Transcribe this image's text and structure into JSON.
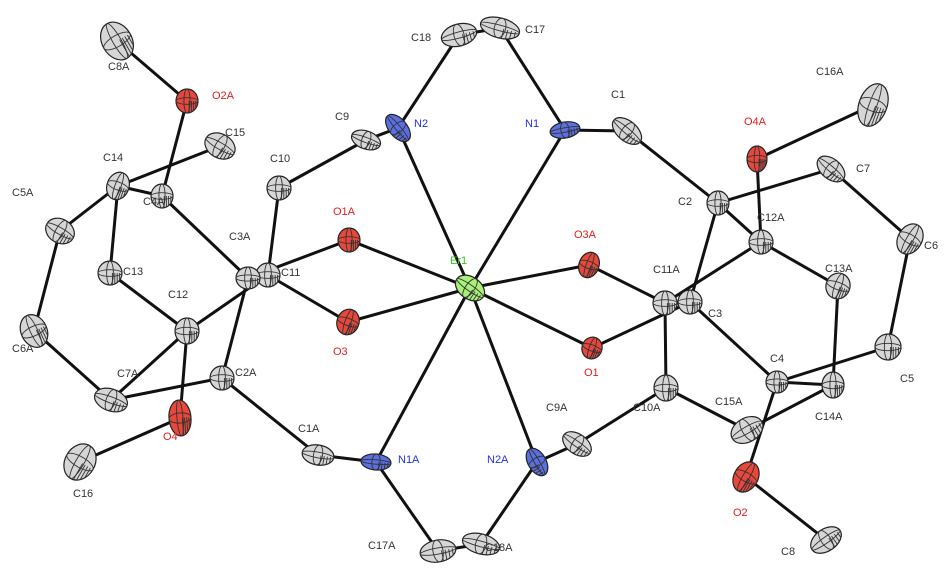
{
  "colors": {
    "carbon": "#d6d6d6",
    "oxygen": "#e8473c",
    "nitrogen": "#5a6fe0",
    "erbium": "#a8f07a",
    "label_carbon": "#333333",
    "label_oxygen": "#e02020",
    "label_nitrogen": "#2030e0",
    "label_erbium": "#40c020"
  },
  "atoms": [
    {
      "id": "Er1",
      "el": "Er",
      "label": "Er1"
    },
    {
      "id": "N1",
      "el": "N",
      "label": "N1"
    },
    {
      "id": "N2",
      "el": "N",
      "label": "N2"
    },
    {
      "id": "N1A",
      "el": "N",
      "label": "N1A"
    },
    {
      "id": "N2A",
      "el": "N",
      "label": "N2A"
    },
    {
      "id": "O1",
      "el": "O",
      "label": "O1"
    },
    {
      "id": "O2",
      "el": "O",
      "label": "O2"
    },
    {
      "id": "O3",
      "el": "O",
      "label": "O3"
    },
    {
      "id": "O4",
      "el": "O",
      "label": "O4"
    },
    {
      "id": "O1A",
      "el": "O",
      "label": "O1A"
    },
    {
      "id": "O2A",
      "el": "O",
      "label": "O2A"
    },
    {
      "id": "O3A",
      "el": "O",
      "label": "O3A"
    },
    {
      "id": "O4A",
      "el": "O",
      "label": "O4A"
    },
    {
      "id": "C1",
      "el": "C",
      "label": "C1"
    },
    {
      "id": "C2",
      "el": "C",
      "label": "C2"
    },
    {
      "id": "C3",
      "el": "C",
      "label": "C3"
    },
    {
      "id": "C4",
      "el": "C",
      "label": "C4"
    },
    {
      "id": "C5",
      "el": "C",
      "label": "C5"
    },
    {
      "id": "C6",
      "el": "C",
      "label": "C6"
    },
    {
      "id": "C7",
      "el": "C",
      "label": "C7"
    },
    {
      "id": "C8",
      "el": "C",
      "label": "C8"
    },
    {
      "id": "C9",
      "el": "C",
      "label": "C9"
    },
    {
      "id": "C10",
      "el": "C",
      "label": "C10"
    },
    {
      "id": "C11",
      "el": "C",
      "label": "C11"
    },
    {
      "id": "C12",
      "el": "C",
      "label": "C12"
    },
    {
      "id": "C13",
      "el": "C",
      "label": "C13"
    },
    {
      "id": "C14",
      "el": "C",
      "label": "C14"
    },
    {
      "id": "C15",
      "el": "C",
      "label": "C15"
    },
    {
      "id": "C16",
      "el": "C",
      "label": "C16"
    },
    {
      "id": "C17",
      "el": "C",
      "label": "C17"
    },
    {
      "id": "C18",
      "el": "C",
      "label": "C18"
    },
    {
      "id": "C1A",
      "el": "C",
      "label": "C1A"
    },
    {
      "id": "C2A",
      "el": "C",
      "label": "C2A"
    },
    {
      "id": "C3A",
      "el": "C",
      "label": "C3A"
    },
    {
      "id": "C4A",
      "el": "C",
      "label": "C4A"
    },
    {
      "id": "C5A",
      "el": "C",
      "label": "C5A"
    },
    {
      "id": "C6A",
      "el": "C",
      "label": "C6A"
    },
    {
      "id": "C7A",
      "el": "C",
      "label": "C7A"
    },
    {
      "id": "C8A",
      "el": "C",
      "label": "C8A"
    },
    {
      "id": "C9A",
      "el": "C",
      "label": "C9A"
    },
    {
      "id": "C10A",
      "el": "C",
      "label": "C10A"
    },
    {
      "id": "C11A",
      "el": "C",
      "label": "C11A"
    },
    {
      "id": "C12A",
      "el": "C",
      "label": "C12A"
    },
    {
      "id": "C13A",
      "el": "C",
      "label": "C13A"
    },
    {
      "id": "C14A",
      "el": "C",
      "label": "C14A"
    },
    {
      "id": "C15A",
      "el": "C",
      "label": "C15A"
    },
    {
      "id": "C16A",
      "el": "C",
      "label": "C16A"
    },
    {
      "id": "C17A",
      "el": "C",
      "label": "C17A"
    },
    {
      "id": "C18A",
      "el": "C",
      "label": "C18A"
    }
  ],
  "bonds": [
    [
      "Er1",
      "N1"
    ],
    [
      "Er1",
      "N2"
    ],
    [
      "Er1",
      "N1A"
    ],
    [
      "Er1",
      "N2A"
    ],
    [
      "Er1",
      "O1"
    ],
    [
      "Er1",
      "O3"
    ],
    [
      "Er1",
      "O1A"
    ],
    [
      "Er1",
      "O3A"
    ],
    [
      "N1",
      "C17"
    ],
    [
      "C17",
      "C18"
    ],
    [
      "C18",
      "N2"
    ],
    [
      "N1",
      "C1"
    ],
    [
      "C1",
      "C2"
    ],
    [
      "C2",
      "C3"
    ],
    [
      "C2",
      "C7"
    ],
    [
      "C7",
      "C6"
    ],
    [
      "C6",
      "C5"
    ],
    [
      "C5",
      "C4"
    ],
    [
      "C4",
      "C3"
    ],
    [
      "C4",
      "C14A"
    ],
    [
      "C3",
      "C11A"
    ],
    [
      "C3",
      "O1"
    ],
    [
      "C4",
      "O2"
    ],
    [
      "O2",
      "C8"
    ],
    [
      "N2",
      "C9"
    ],
    [
      "C9",
      "C10"
    ],
    [
      "C10",
      "C11"
    ],
    [
      "C11",
      "O3"
    ],
    [
      "C11",
      "C12"
    ],
    [
      "C12",
      "C7A"
    ],
    [
      "C12",
      "C13"
    ],
    [
      "C13",
      "C14"
    ],
    [
      "C14",
      "C15"
    ],
    [
      "C14",
      "C5A"
    ],
    [
      "C5A",
      "C6A"
    ],
    [
      "C6A",
      "C7A"
    ],
    [
      "C7A",
      "C2A"
    ],
    [
      "C12",
      "O4"
    ],
    [
      "O4",
      "C16"
    ],
    [
      "N1A",
      "C17A"
    ],
    [
      "C17A",
      "C18A"
    ],
    [
      "C18A",
      "N2A"
    ],
    [
      "N1A",
      "C1A"
    ],
    [
      "C1A",
      "C2A"
    ],
    [
      "C2A",
      "C3A"
    ],
    [
      "C3A",
      "O1A"
    ],
    [
      "C3A",
      "C4A"
    ],
    [
      "C4A",
      "C14"
    ],
    [
      "C4A",
      "O2A"
    ],
    [
      "O2A",
      "C8A"
    ],
    [
      "C3A",
      "C11"
    ],
    [
      "N2A",
      "C9A"
    ],
    [
      "C9A",
      "C10A"
    ],
    [
      "C10A",
      "C11A"
    ],
    [
      "C11A",
      "O3A"
    ],
    [
      "C11A",
      "C12A"
    ],
    [
      "C12A",
      "O4A"
    ],
    [
      "O4A",
      "C16A"
    ],
    [
      "C12A",
      "C13A"
    ],
    [
      "C13A",
      "C14A"
    ],
    [
      "C14A",
      "C15A"
    ],
    [
      "C15A",
      "C10A"
    ],
    [
      "C12A",
      "C2"
    ]
  ]
}
